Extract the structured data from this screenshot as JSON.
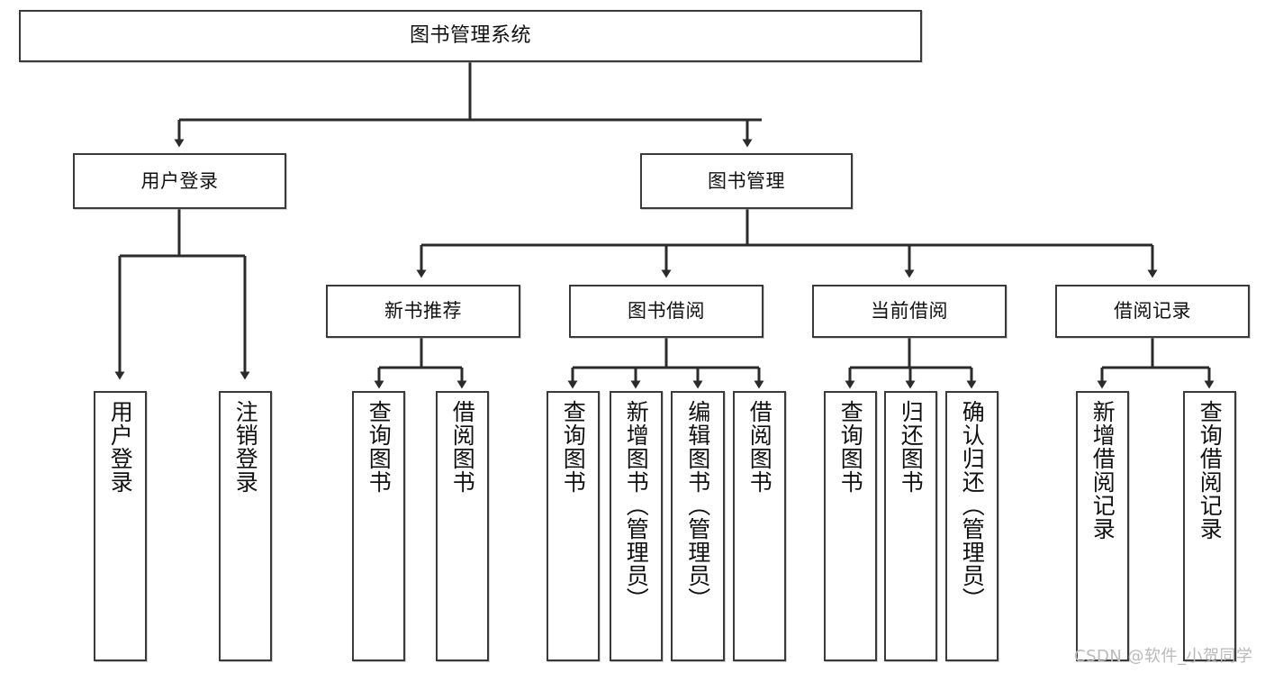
{
  "diagram": {
    "type": "tree-hierarchy",
    "title": "图书管理系统",
    "watermark": "CSDN @软件_小贺同学",
    "colors": {
      "box_border": "#3a3a3a",
      "box_fill": "#ffffff",
      "edge": "#2b2b2b",
      "text": "#111111",
      "watermark": "#b9b9b9",
      "background": "#ffffff"
    },
    "nodes": {
      "root": {
        "label": "图书管理系统"
      },
      "level2": [
        {
          "id": "user-login",
          "label": "用户登录"
        },
        {
          "id": "book-manage",
          "label": "图书管理"
        }
      ],
      "level3": [
        {
          "id": "new-book-recommend",
          "label": "新书推荐"
        },
        {
          "id": "book-borrow",
          "label": "图书借阅"
        },
        {
          "id": "current-borrow",
          "label": "当前借阅"
        },
        {
          "id": "borrow-record",
          "label": "借阅记录"
        }
      ],
      "leaves": [
        {
          "id": "leaf-user-login",
          "label": "用户登录",
          "parent": "user-login"
        },
        {
          "id": "leaf-user-logout",
          "label": "注销登录",
          "parent": "user-login"
        },
        {
          "id": "leaf-query-book-1",
          "label": "查询图书",
          "parent": "new-book-recommend"
        },
        {
          "id": "leaf-borrow-book-1",
          "label": "借阅图书",
          "parent": "new-book-recommend"
        },
        {
          "id": "leaf-query-book-2",
          "label": "查询图书",
          "parent": "book-borrow"
        },
        {
          "id": "leaf-add-book",
          "label": "新增图书（管理员）",
          "parent": "book-borrow"
        },
        {
          "id": "leaf-edit-book",
          "label": "编辑图书（管理员）",
          "parent": "book-borrow"
        },
        {
          "id": "leaf-borrow-book-2",
          "label": "借阅图书",
          "parent": "book-borrow"
        },
        {
          "id": "leaf-query-book-3",
          "label": "查询图书",
          "parent": "current-borrow"
        },
        {
          "id": "leaf-return-book",
          "label": "归还图书",
          "parent": "current-borrow"
        },
        {
          "id": "leaf-confirm-return",
          "label": "确认归还（管理员）",
          "parent": "current-borrow"
        },
        {
          "id": "leaf-add-record",
          "label": "新增借阅记录",
          "parent": "borrow-record"
        },
        {
          "id": "leaf-query-record",
          "label": "查询借阅记录",
          "parent": "borrow-record"
        }
      ]
    }
  }
}
